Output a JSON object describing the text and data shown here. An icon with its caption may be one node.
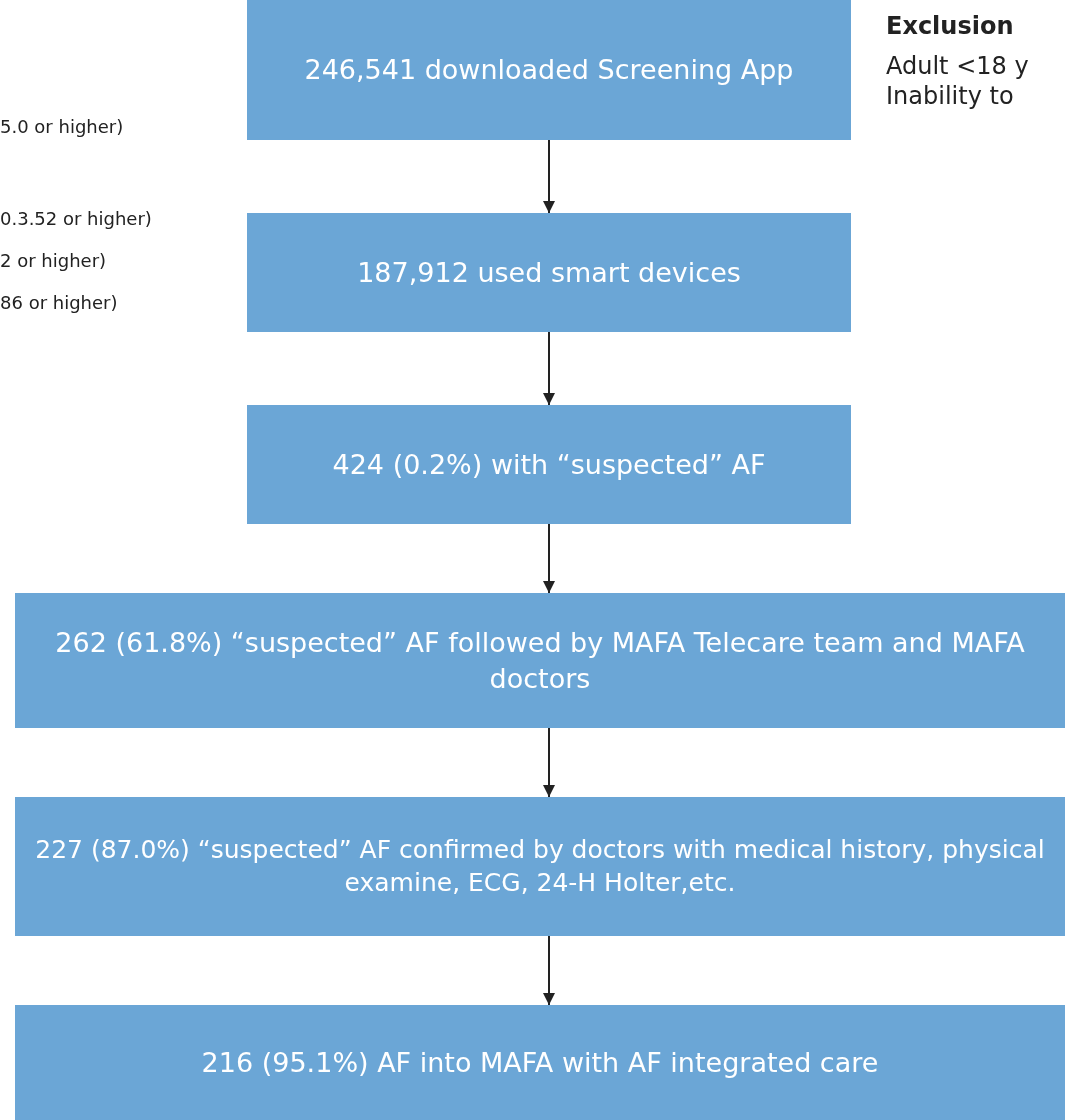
{
  "diagram": {
    "nodes": [
      {
        "text": [
          "246,541 downloaded Screening App"
        ]
      },
      {
        "text": [
          "187,912 used smart devices"
        ]
      },
      {
        "text": [
          "424 (0.2%) with “suspected” AF"
        ]
      },
      {
        "text": [
          "262 (61.8%) “suspected” AF followed by MAFA Telecare team and MAFA doctors"
        ]
      },
      {
        "text": [
          "227 (87.0%) “suspected” AF confirmed by doctors with medical history, physical examine, ECG, 24-H Holter,etc."
        ]
      },
      {
        "text": [
          "216 (95.1%) AF into MAFA with AF integrated care"
        ]
      }
    ],
    "edges": [
      {
        "from": 0,
        "to": 1,
        "arrow": "to"
      },
      {
        "from": 1,
        "to": 2,
        "arrow": "to"
      },
      {
        "from": 2,
        "to": 3,
        "arrow": "to"
      },
      {
        "from": 3,
        "to": 4,
        "arrow": "to"
      },
      {
        "from": 4,
        "to": 5,
        "arrow": "to"
      }
    ],
    "labels": [
      "Exclusion",
      "Adult <18  y",
      "5.0 or higher)",
      "Inability to",
      "0.3.52 or higher)",
      "2 or higher)",
      "86 or higher)"
    ]
  }
}
